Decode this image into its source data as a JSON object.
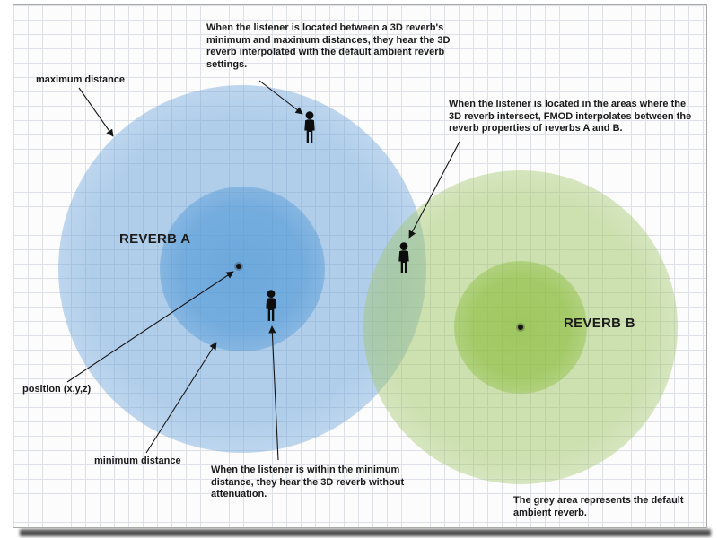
{
  "labels": {
    "max_distance": "maximum distance",
    "min_distance": "minimum distance",
    "position": "position (x,y,z)",
    "reverb_a": "REVERB A",
    "reverb_b": "REVERB B"
  },
  "annotations": {
    "between_min_max": "When the listener is located between a 3D reverb's minimum and maximum distances, they hear the 3D reverb interpolated with the default ambient reverb settings.",
    "intersect": "When the listener is located in the areas where the 3D reverb intersect, FMOD interpolates between the reverb properties of reverbs A and B.",
    "within_min": "When the listener is within the minimum distance, they hear the 3D reverb without attenuation.",
    "ambient": "The grey area represents the default ambient reverb."
  },
  "icons": {
    "listener": "standing-person-silhouette",
    "position_marker": "center-dot"
  },
  "colors": {
    "reverb_a": "#4291d4",
    "reverb_a_outer": "#6aa2d8",
    "reverb_b": "#84b930",
    "reverb_b_outer": "#9ec462",
    "grid": "#dde1e7",
    "text": "#191919",
    "figure": "#0d0d0d"
  }
}
